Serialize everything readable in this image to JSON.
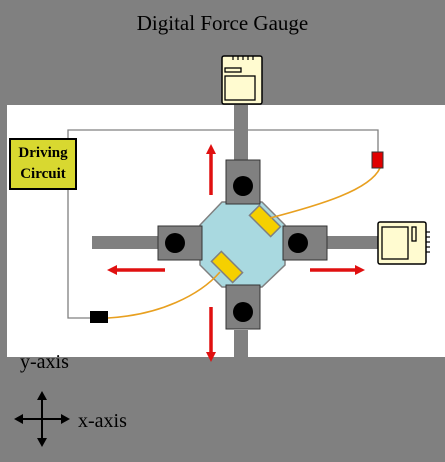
{
  "title": "Digital Force Gauge",
  "driving_circuit": {
    "line1": "Driving",
    "line2": "Circuit"
  },
  "axes": {
    "y_label": "y-axis",
    "x_label": "x-axis"
  },
  "colors": {
    "background": "#808080",
    "panel": "#ffffff",
    "rod": "#808080",
    "actuator_block": "#808080",
    "center_plate": "#a9d9e0",
    "piezo": "#f5d000",
    "wire": "#e8a020",
    "arrow": "#e01010",
    "gauge": "#fffbd0",
    "driving_circuit": "#d8d830"
  }
}
